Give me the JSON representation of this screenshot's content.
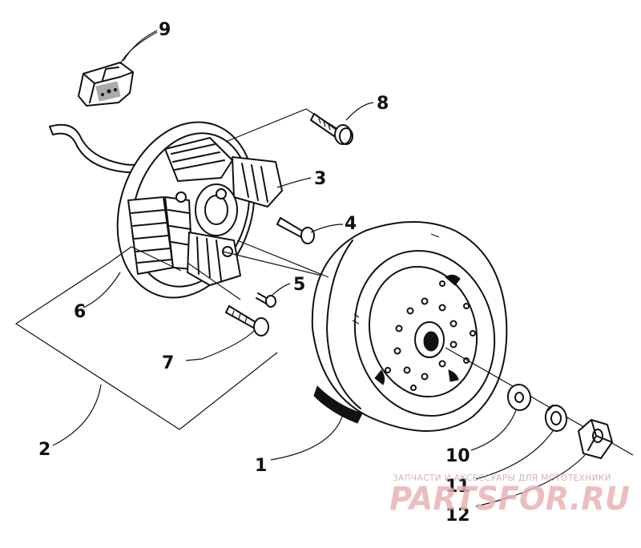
{
  "callouts": {
    "c1": "1",
    "c2": "2",
    "c3": "3",
    "c4": "4",
    "c5": "5",
    "c6": "6",
    "c7": "7",
    "c8": "8",
    "c9": "9",
    "c10": "10",
    "c11": "11",
    "c12": "12"
  },
  "watermark": {
    "tagline": "ЗАПЧАСТИ И АКСЕССУАРЫ ДЛЯ МОТОТЕХНИКИ",
    "brand": "PARTSFOR.RU"
  },
  "colors": {
    "ink": "#111111",
    "watermark": "#e8b3b3"
  }
}
